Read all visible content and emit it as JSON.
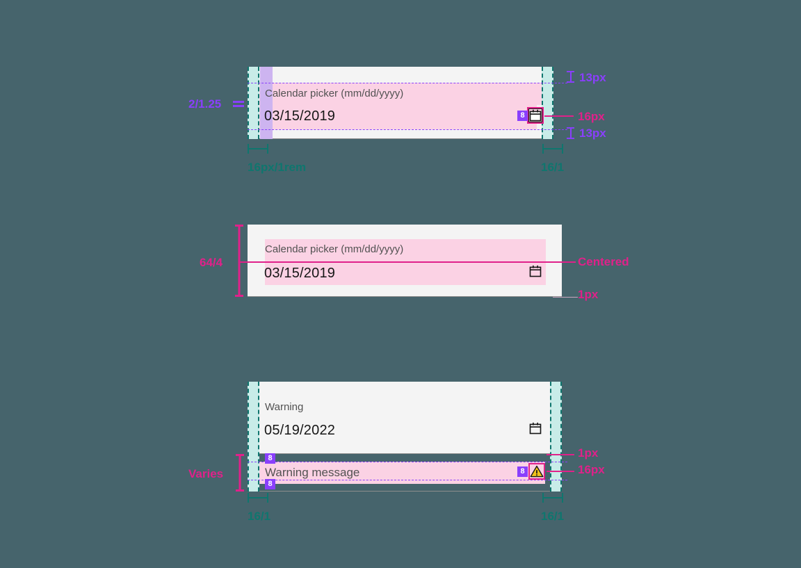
{
  "background_color": "#46646c",
  "palette": {
    "field_bg": "#f4f4f4",
    "highlight_pink": "#fbd2e4",
    "band_teal": "#c8ece8",
    "band_purple": "#cdb4f0",
    "annotation_purple": "#8a3ffc",
    "annotation_pink": "#e0218a",
    "annotation_teal": "#0f766e",
    "label_text": "#525252",
    "value_text": "#161616",
    "warning_yellow": "#f1c21b",
    "badge_purple": "#8a3ffc"
  },
  "panels": [
    {
      "id": "panel-spacing",
      "label": "Calendar picker (mm/dd/yyyy)",
      "value": "03/15/2019",
      "icon": "calendar-icon",
      "annotations": {
        "left_ratio": "2/1.25",
        "top_spacing": "13px",
        "icon_size": "16px",
        "bottom_spacing": "13px",
        "left_gutter": "16px/1rem",
        "right_gutter": "16/1"
      },
      "badges": [
        "8"
      ]
    },
    {
      "id": "panel-height",
      "label": "Calendar picker (mm/dd/yyyy)",
      "value": "03/15/2019",
      "icon": "calendar-icon",
      "annotations": {
        "height_ratio": "64/4",
        "alignment": "Centered",
        "border_width": "1px"
      },
      "badges": []
    },
    {
      "id": "panel-warning",
      "label": "Warning",
      "value": "05/19/2022",
      "icon": "calendar-icon",
      "message": "Warning message",
      "message_icon": "warning-triangle-icon",
      "annotations": {
        "left_measure": "Varies",
        "border_width": "1px",
        "icon_size": "16px",
        "left_gutter": "16/1",
        "right_gutter": "16/1"
      },
      "badges": [
        "8",
        "8",
        "8"
      ]
    }
  ]
}
